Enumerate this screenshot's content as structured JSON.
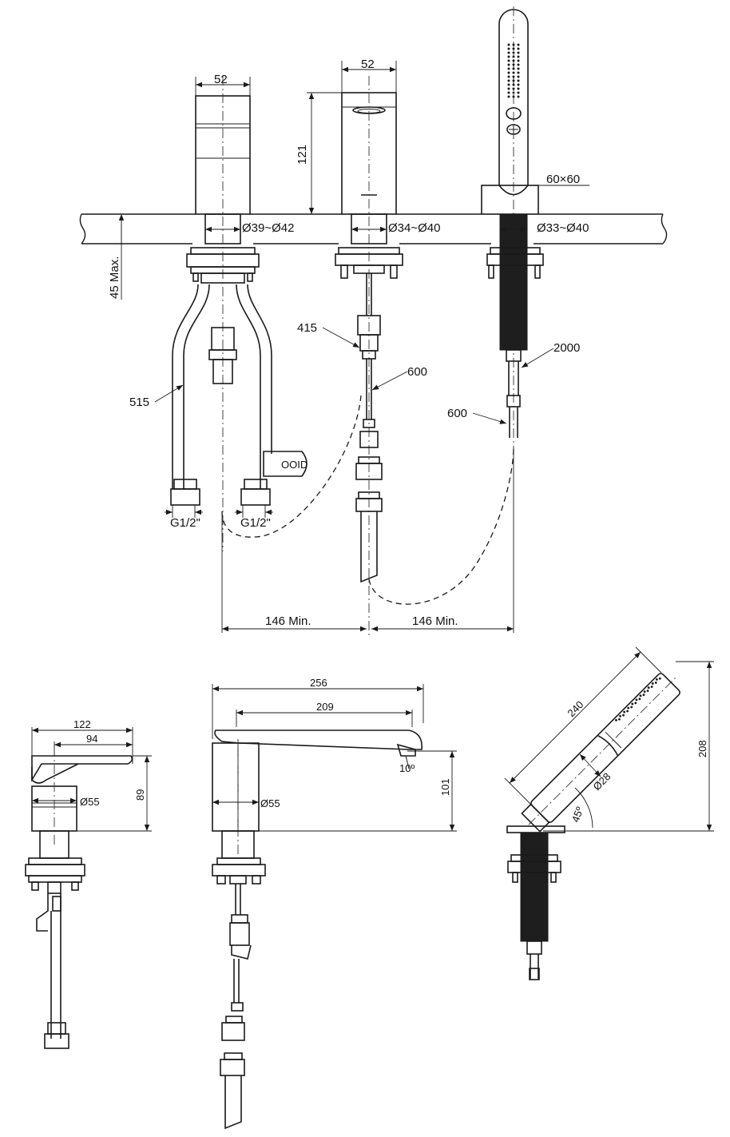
{
  "top_view": {
    "left_width": "52",
    "center_width": "52",
    "center_height": "121",
    "handshower_base": "60×60",
    "hole_left": "Ø39~Ø42",
    "hole_center": "Ø34~Ø40",
    "hole_right": "Ø33~Ø40",
    "counter_thickness": "45 Max.",
    "hose_left": "515",
    "center_hose_top": "415",
    "center_hose_bottom": "600",
    "shower_hose": "2000",
    "right_hose": "600",
    "thread_left": "G1/2\"",
    "thread_right": "G1/2\"",
    "spacing_left": "146 Min.",
    "spacing_right": "146 Min.",
    "valve_mark": "OOID"
  },
  "mixer_side": {
    "overall": "122",
    "lever": "94",
    "height": "89",
    "diameter": "Ø55"
  },
  "spout_side": {
    "overall": "256",
    "reach": "209",
    "height": "101",
    "angle": "10º",
    "diameter": "Ø55"
  },
  "handshower_side": {
    "length": "240",
    "height": "208",
    "diameter": "Ø28",
    "angle": "45º"
  }
}
